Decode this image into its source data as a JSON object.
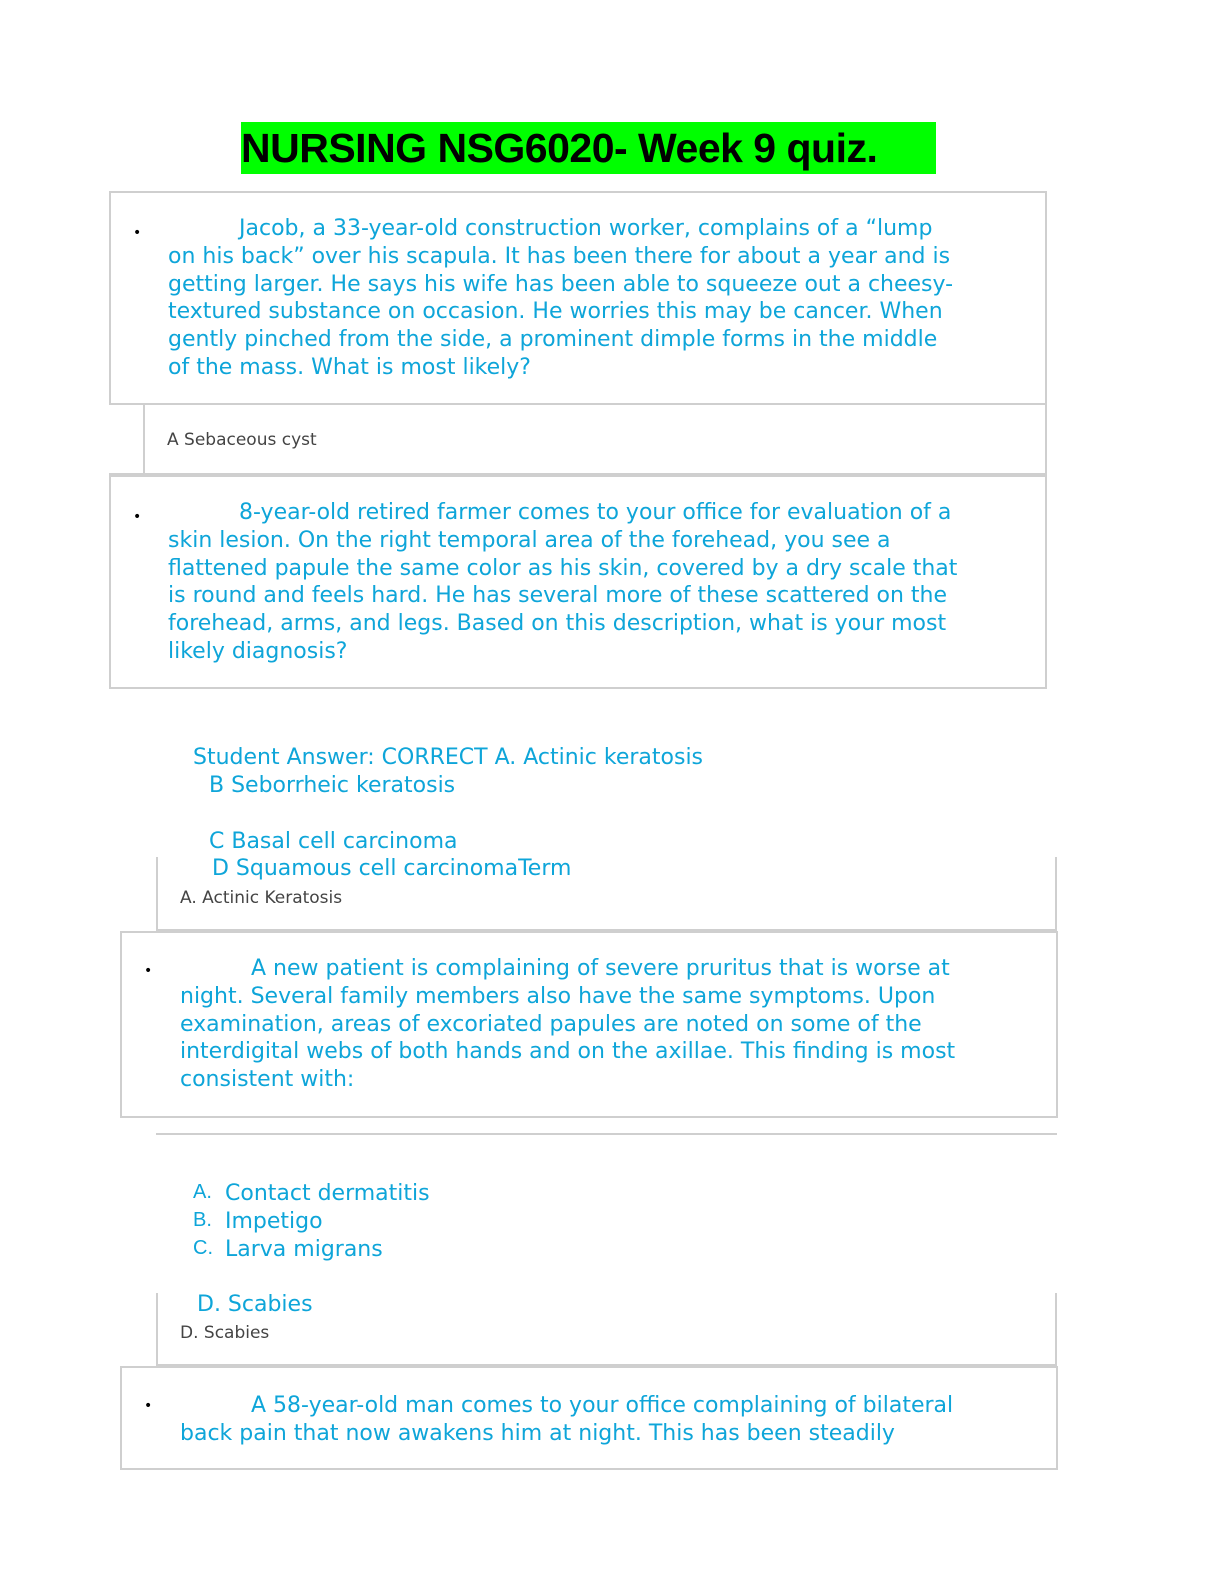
{
  "title": "NURSING NSG6020- Week 9 quiz.",
  "q1": {
    "bullet": "•",
    "text": "Jacob, a 33-year-old construction worker, complains of a “lump\non his back” over his scapula. It has been there for about a year and is\ngetting larger. He says his wife has been able to squeeze out a cheesy-\ntextured substance on occasion. He worries this may be cancer. When\ngently pinched from the side, a prominent dimple forms in the middle\nof the mass. What is most likely?",
    "answer": "A Sebaceous cyst"
  },
  "q2": {
    "bullet": "•",
    "text": "8-year-old retired farmer comes to your office for evaluation of a\nskin lesion. On the right temporal area of the forehead, you see a\nflattened papule the same color as his skin, covered by a dry scale that\nis round and feels hard. He has several more of these scattered on the\nforehead, arms, and legs. Based on this description, what is your most\nlikely diagnosis?",
    "student_answer": "Student Answer: CORRECT A. Actinic keratosis",
    "option_b": "B Seborrheic keratosis",
    "option_c": "C Basal cell carcinoma",
    "option_d": "D Squamous cell carcinomaTerm",
    "answer": "A. Actinic Keratosis"
  },
  "q3": {
    "bullet": "•",
    "text": "A new patient is complaining of severe pruritus that is worse at\nnight. Several family members also have the same symptoms. Upon\nexamination, areas of excoriated papules are noted on some of the\ninterdigital webs of both hands and on the axillae. This finding is most\nconsistent with:",
    "options": [
      {
        "letter": "A.",
        "text": "Contact dermatitis"
      },
      {
        "letter": "B.",
        "text": "Impetigo"
      },
      {
        "letter": "C.",
        "text": "Larva migrans"
      }
    ],
    "option_d": "D. Scabies",
    "answer": "D. Scabies"
  },
  "q4": {
    "bullet": "•",
    "text": "A 58-year-old man comes to your office complaining of bilateral\nback pain that now awakens him at night. This has been steadily"
  }
}
